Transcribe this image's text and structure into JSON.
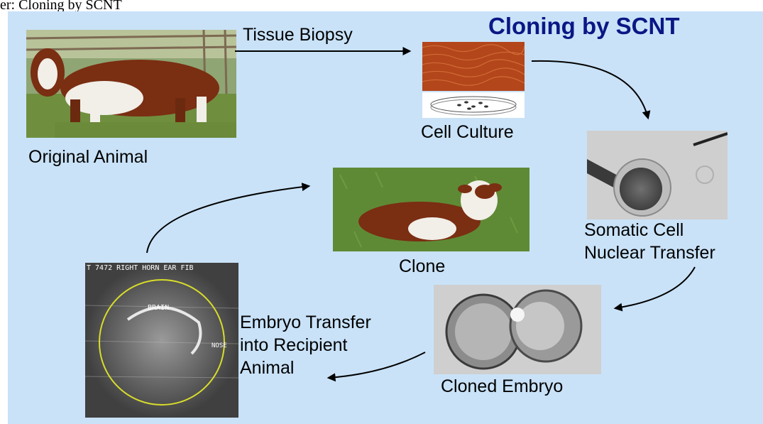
{
  "caption": "er: Cloning by SCNT",
  "title": "Cloning by SCNT",
  "labels": {
    "tissue_biopsy": "Tissue Biopsy",
    "original_animal": "Original Animal",
    "cell_culture": "Cell Culture",
    "scnt_line1": "Somatic Cell",
    "scnt_line2": "Nuclear Transfer",
    "clone": "Clone",
    "cloned_embryo": "Cloned Embryo",
    "embryo_line1": "Embryo Transfer",
    "embryo_line2": "into Recipient",
    "embryo_line3": "Animal"
  },
  "ultrasound": {
    "header_text": "T 7472 RIGHT HORN EAR FIB",
    "brain_text": "BRAIN",
    "nose_text": "NOSE"
  },
  "colors": {
    "panel": "#c9e2f8",
    "title": "#0b1785",
    "cow_body": "#7a2e12",
    "cow_white": "#f2eee8",
    "grass": "#5f8a35",
    "tissue": "#b3461b",
    "ring": "#d8dd2a"
  }
}
